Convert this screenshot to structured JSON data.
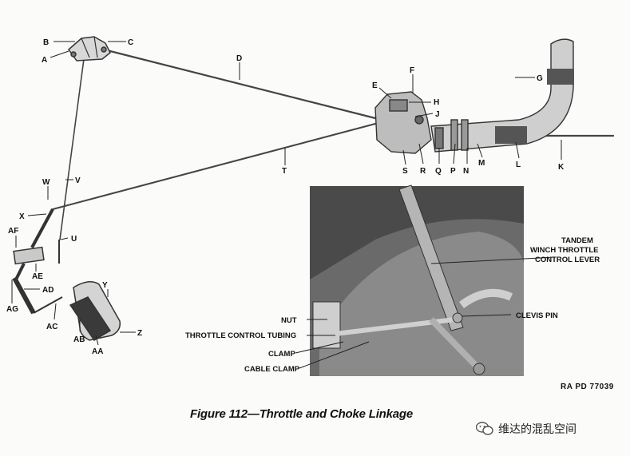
{
  "figure": {
    "caption": "Figure 112—Throttle and Choke Linkage",
    "reference": "RA PD 77039"
  },
  "callouts": {
    "A": "A",
    "B": "B",
    "C": "C",
    "D": "D",
    "E": "E",
    "F": "F",
    "G": "G",
    "H": "H",
    "J": "J",
    "K": "K",
    "L": "L",
    "M": "M",
    "N": "N",
    "P": "P",
    "Q": "Q",
    "R": "R",
    "S": "S",
    "T": "T",
    "U": "U",
    "V": "V",
    "W": "W",
    "X": "X",
    "Y": "Y",
    "Z": "Z",
    "AA": "AA",
    "AB": "AB",
    "AC": "AC",
    "AD": "AD",
    "AE": "AE",
    "AF": "AF",
    "AG": "AG"
  },
  "inset_labels": {
    "tandem_1": "TANDEM",
    "tandem_2": "WINCH THROTTLE",
    "tandem_3": "CONTROL LEVER",
    "clevis_pin": "CLEVIS PIN",
    "nut": "NUT",
    "tubing": "THROTTLE CONTROL TUBING",
    "clamp": "CLAMP",
    "cable_clamp": "CABLE CLAMP"
  },
  "watermark": {
    "text": "维达的混乱空间",
    "icon": "wechat-icon"
  }
}
